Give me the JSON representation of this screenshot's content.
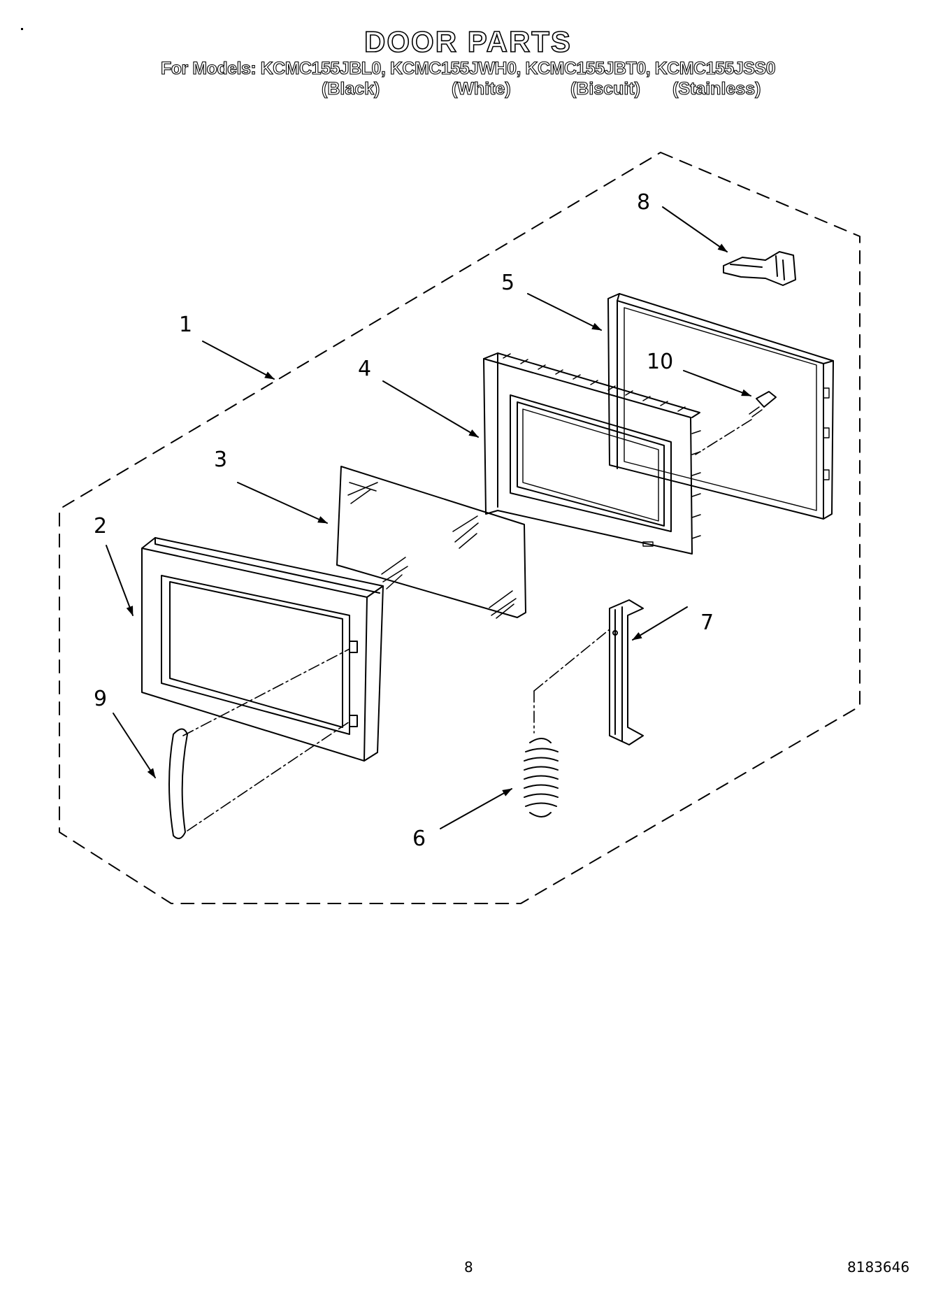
{
  "header": {
    "title": "DOOR PARTS",
    "models_line": "For Models: KCMC155JBL0, KCMC155JWH0, KCMC155JBT0, KCMC155JSS0",
    "colors": [
      "(Black)",
      "(White)",
      "(Biscuit)",
      "(Stainless)"
    ]
  },
  "callouts": {
    "c1": "1",
    "c2": "2",
    "c3": "3",
    "c4": "4",
    "c5": "5",
    "c6": "6",
    "c7": "7",
    "c8": "8",
    "c9": "9",
    "c10": "10"
  },
  "footer": {
    "page_number": "8",
    "doc_number": "8183646"
  }
}
